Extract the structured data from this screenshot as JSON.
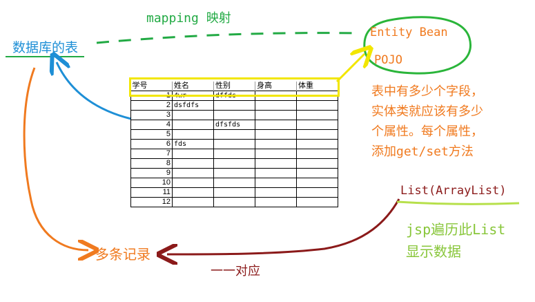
{
  "labels": {
    "mapping": "mapping 映射",
    "db_table": "数据库的表",
    "entity_bean": "Entity Bean",
    "pojo": "POJO",
    "fields_note": [
      "表中有多少个字段，",
      "实体类就应该有多少",
      "个属性。每个属性，",
      "添加get/set方法"
    ],
    "list": "List(ArrayList)",
    "jsp_note": [
      "jsp遍历此List",
      "显示数据"
    ],
    "records": "多条记录",
    "one_to_one": "一一对应"
  },
  "table": {
    "headers": [
      "学号",
      "姓名",
      "性别",
      "身高",
      "体重"
    ],
    "rows": [
      [
        "1",
        "4wr",
        "dffds",
        "",
        ""
      ],
      [
        "2",
        "dsfdfs",
        "",
        "",
        ""
      ],
      [
        "3",
        "",
        "",
        "",
        ""
      ],
      [
        "4",
        "",
        "dfsfds",
        "",
        ""
      ],
      [
        "5",
        "",
        "",
        "",
        ""
      ],
      [
        "6",
        "fds",
        "",
        "",
        ""
      ],
      [
        "7",
        "",
        "",
        "",
        ""
      ],
      [
        "8",
        "",
        "",
        "",
        ""
      ],
      [
        "9",
        "",
        "",
        "",
        ""
      ],
      [
        "10",
        "",
        "",
        "",
        ""
      ],
      [
        "11",
        "",
        "",
        "",
        ""
      ],
      [
        "12",
        "",
        "",
        "",
        ""
      ]
    ]
  },
  "colors": {
    "mapping_green": "#22aa44",
    "blue": "#1e8fd6",
    "orange": "#f07a1f",
    "dark_red": "#8b1a1a",
    "lime": "#88c63a",
    "yellow": "#f2e600"
  }
}
